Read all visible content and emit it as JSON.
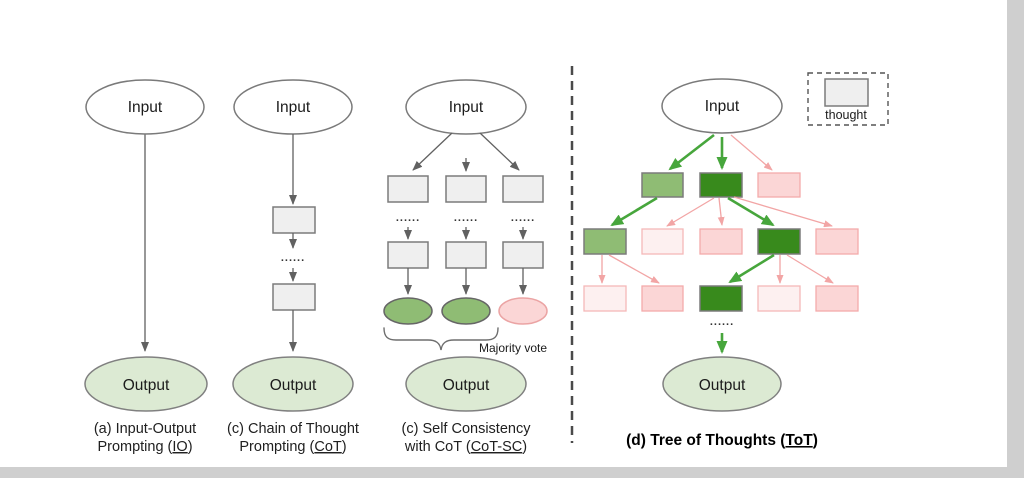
{
  "figure": {
    "shared": {
      "ellipsis": "......"
    },
    "colors": {
      "thought_box_fill": "#efefef",
      "thought_box_border": "#7b7b7b",
      "output_fill": "#dcead3",
      "output_border": "#808080",
      "green_node_fill": "#8fbc74",
      "dark_green_node_fill": "#388a1c",
      "pink_node_fill": "#fbd6d6",
      "pale_pink_node_fill": "#fdf0f0",
      "pink_node_border": "#f3abab",
      "arrow_gray": "#616161",
      "arrow_green": "#47a63c",
      "arrow_pink": "#f2a5a5"
    },
    "panel_io": {
      "input": "Input",
      "output": "Output",
      "caption_line1": "(a) Input-Output",
      "caption_line2_prefix": "Prompting (",
      "caption_line2_underlined": "IO",
      "caption_line2_suffix": ")"
    },
    "panel_cot": {
      "input": "Input",
      "output": "Output",
      "caption_line1": "(c) Chain of Thought",
      "caption_line2_prefix": "Prompting (",
      "caption_line2_underlined": "CoT",
      "caption_line2_suffix": ")"
    },
    "panel_cotsc": {
      "input": "Input",
      "output": "Output",
      "majority_vote": "Majority vote",
      "caption_line1": "(c) Self Consistency",
      "caption_line2_prefix": "with CoT (",
      "caption_line2_underlined": "CoT-SC",
      "caption_line2_suffix": ")"
    },
    "panel_tot": {
      "input": "Input",
      "output": "Output",
      "legend": "thought",
      "caption_prefix": "(d) Tree of Thoughts (",
      "caption_underlined": "ToT",
      "caption_suffix": ")"
    }
  }
}
